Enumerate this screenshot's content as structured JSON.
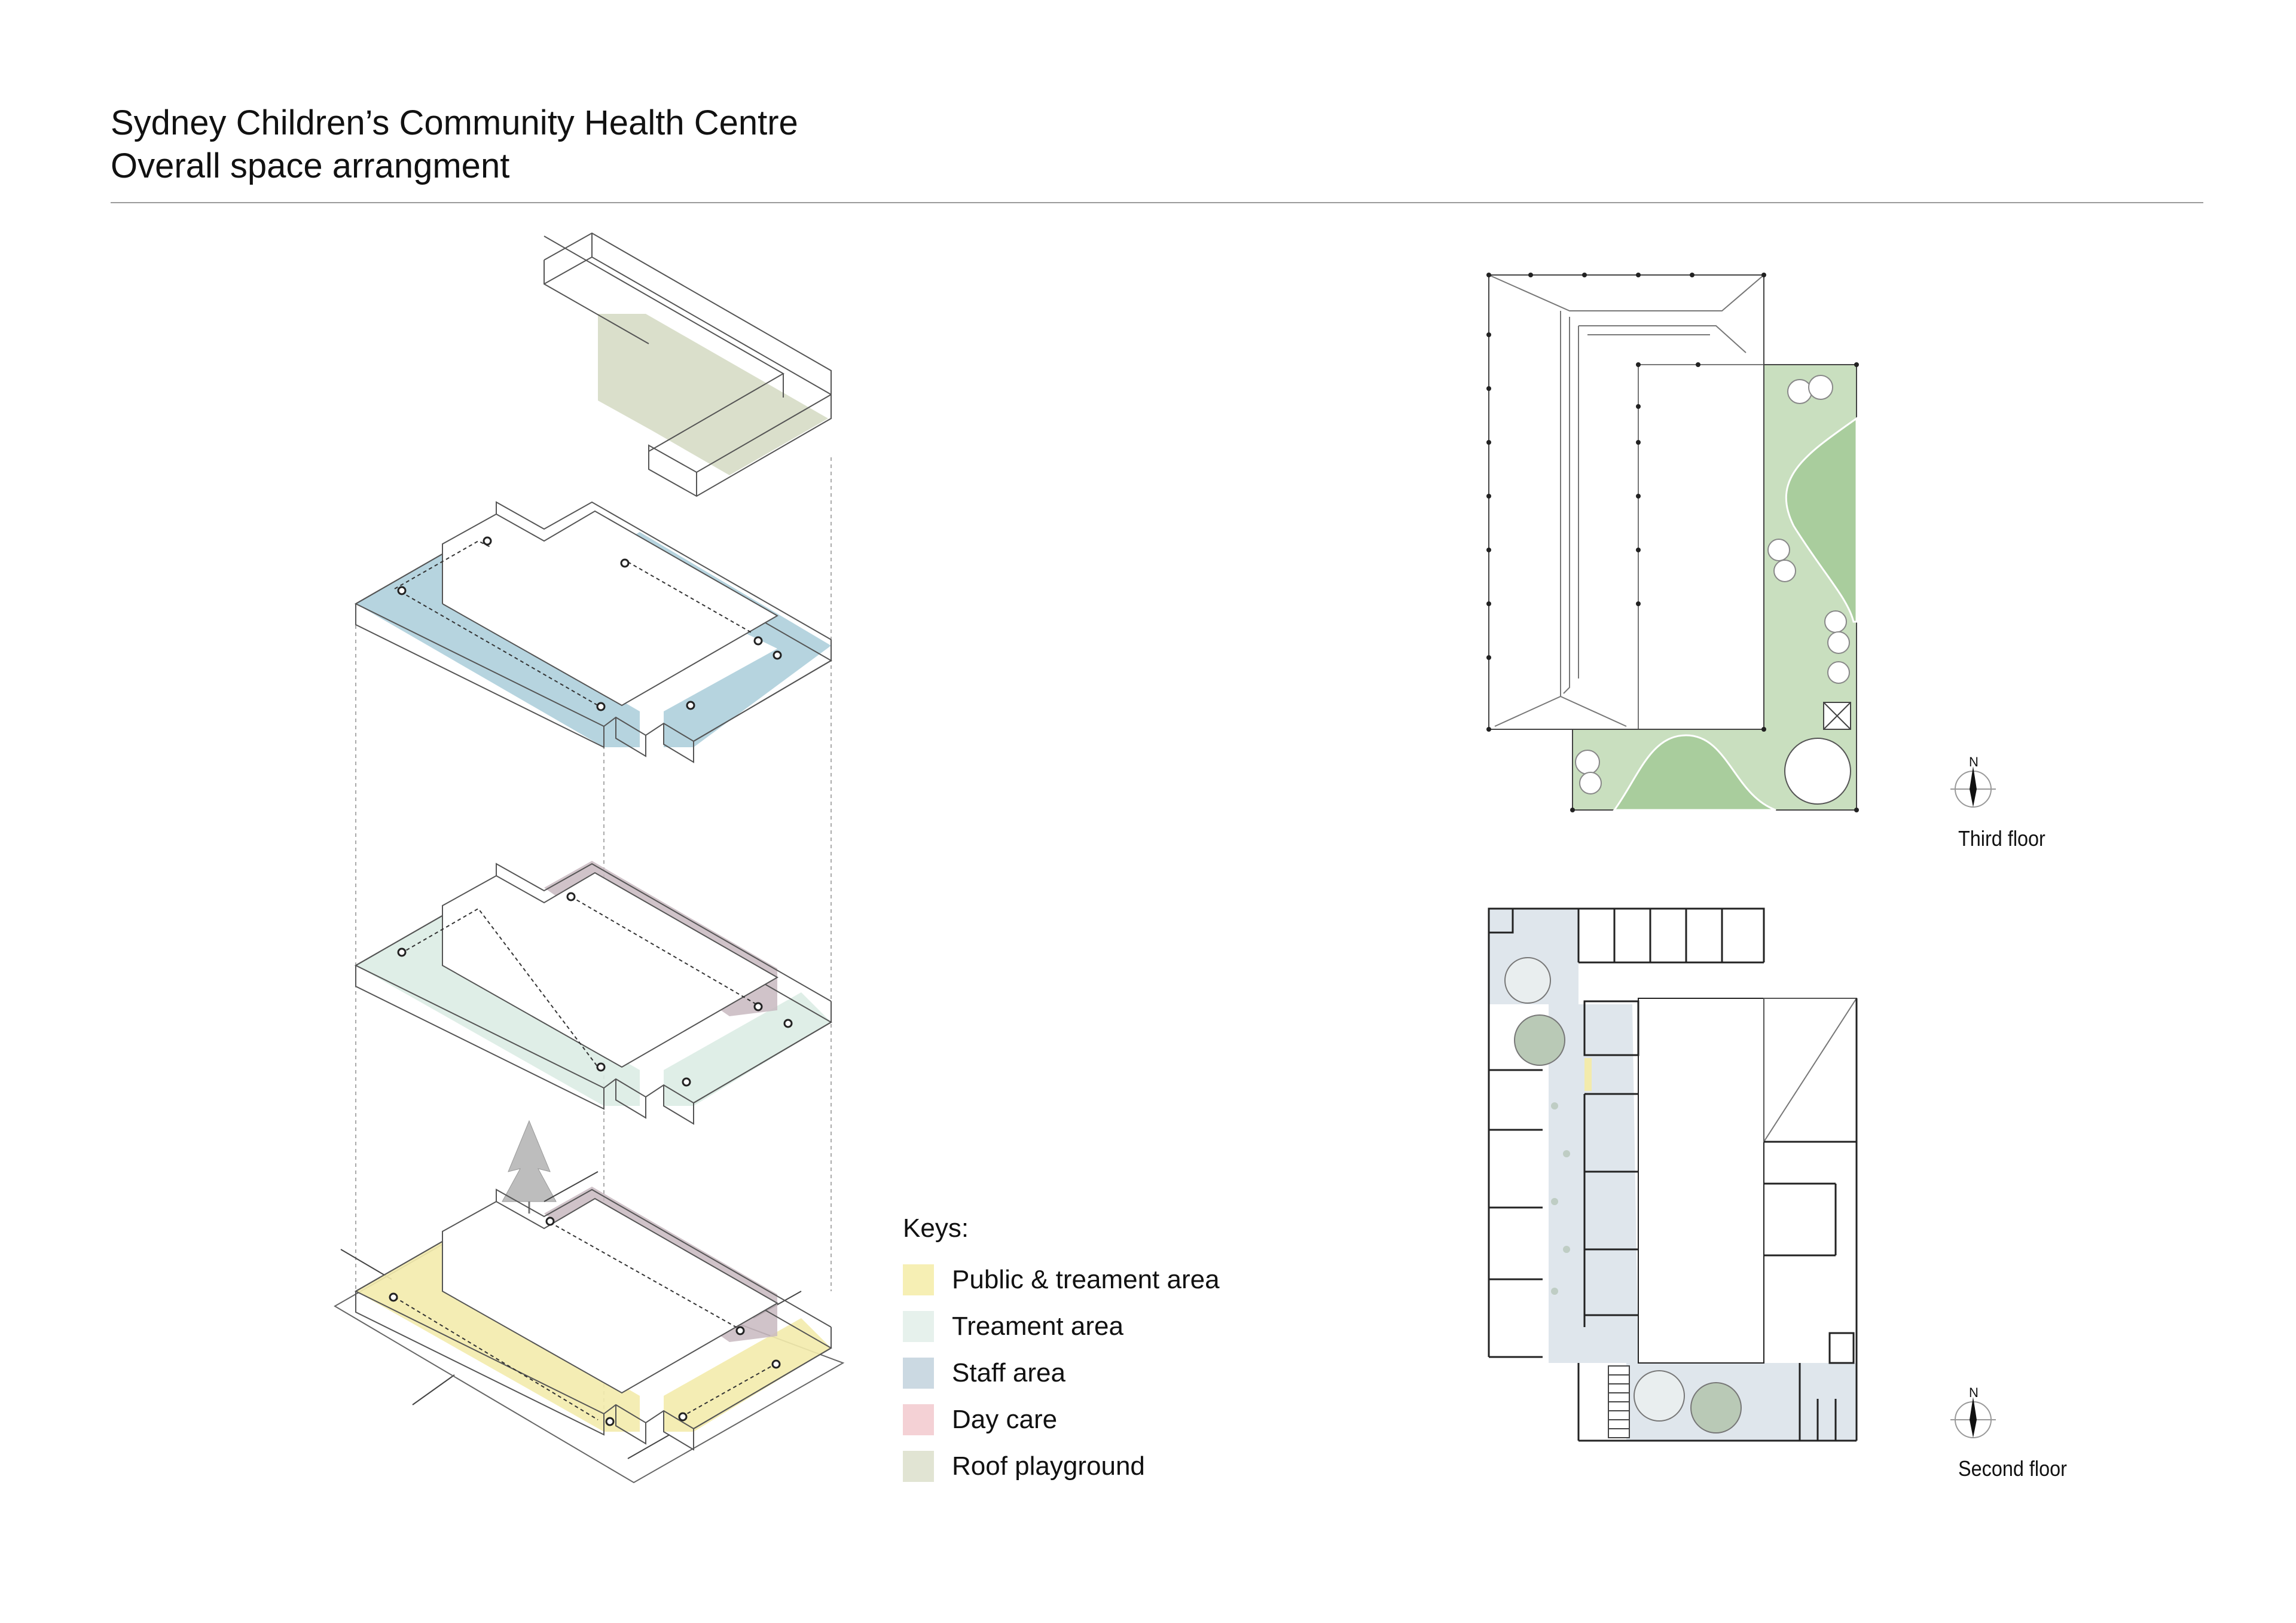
{
  "header": {
    "title_line1": "Sydney Children’s Community Health Centre",
    "title_line2": "Overall space arrangment"
  },
  "keys": {
    "title": "Keys:",
    "items": [
      {
        "label": "Public & treament area",
        "color": "#f6efb4"
      },
      {
        "label": "Treament area",
        "color": "#e6f1ec"
      },
      {
        "label": "Staff area",
        "color": "#cbd9e2"
      },
      {
        "label": "Day care",
        "color": "#f4d1d5"
      },
      {
        "label": "Roof playground",
        "color": "#e1e4d3"
      }
    ]
  },
  "plans": {
    "third_floor": {
      "label": "Third floor",
      "north": "N"
    },
    "second_floor": {
      "label": "Second floor",
      "north": "N"
    }
  },
  "colors": {
    "public": "#f3ebac",
    "treatment": "#dcece4",
    "staff": "#a9ccd9",
    "daycare": "#c8b8bf",
    "roof": "#d4d9c2",
    "garden": "#c9dfbf",
    "garden_dark": "#a9cd9d",
    "corridor": "#dfe6ec"
  }
}
